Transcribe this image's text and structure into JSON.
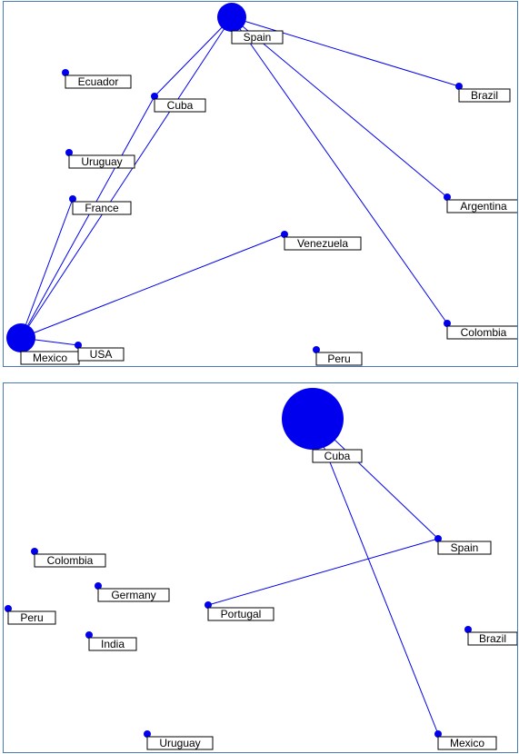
{
  "networks": [
    {
      "nodes": [
        {
          "id": "spain",
          "label": "Spain",
          "hub": true
        },
        {
          "id": "ecuador",
          "label": "Ecuador"
        },
        {
          "id": "cuba",
          "label": "Cuba"
        },
        {
          "id": "brazil",
          "label": "Brazil"
        },
        {
          "id": "uruguay",
          "label": "Uruguay"
        },
        {
          "id": "france",
          "label": "France"
        },
        {
          "id": "argentina",
          "label": "Argentina"
        },
        {
          "id": "venezuela",
          "label": "Venezuela"
        },
        {
          "id": "colombia",
          "label": "Colombia"
        },
        {
          "id": "mexico",
          "label": "Mexico",
          "hub": true
        },
        {
          "id": "usa",
          "label": "USA"
        },
        {
          "id": "peru",
          "label": "Peru"
        }
      ],
      "edges": [
        [
          "spain",
          "cuba"
        ],
        [
          "spain",
          "brazil"
        ],
        [
          "spain",
          "argentina"
        ],
        [
          "spain",
          "colombia"
        ],
        [
          "spain",
          "mexico"
        ],
        [
          "cuba",
          "mexico"
        ],
        [
          "france",
          "mexico"
        ],
        [
          "venezuela",
          "mexico"
        ],
        [
          "usa",
          "mexico"
        ]
      ]
    },
    {
      "nodes": [
        {
          "id": "cuba",
          "label": "Cuba",
          "hub": true
        },
        {
          "id": "spain",
          "label": "Spain"
        },
        {
          "id": "colombia",
          "label": "Colombia"
        },
        {
          "id": "germany",
          "label": "Germany"
        },
        {
          "id": "portugal",
          "label": "Portugal"
        },
        {
          "id": "peru",
          "label": "Peru"
        },
        {
          "id": "brazil",
          "label": "Brazil"
        },
        {
          "id": "india",
          "label": "India"
        },
        {
          "id": "uruguay",
          "label": "Uruguay"
        },
        {
          "id": "mexico",
          "label": "Mexico"
        }
      ],
      "edges": [
        [
          "cuba",
          "spain"
        ],
        [
          "cuba",
          "mexico"
        ],
        [
          "spain",
          "portugal"
        ]
      ]
    }
  ],
  "colors": {
    "node": "#0000ee",
    "edge": "#0000ee",
    "panel_border": "#4a7ab5"
  }
}
